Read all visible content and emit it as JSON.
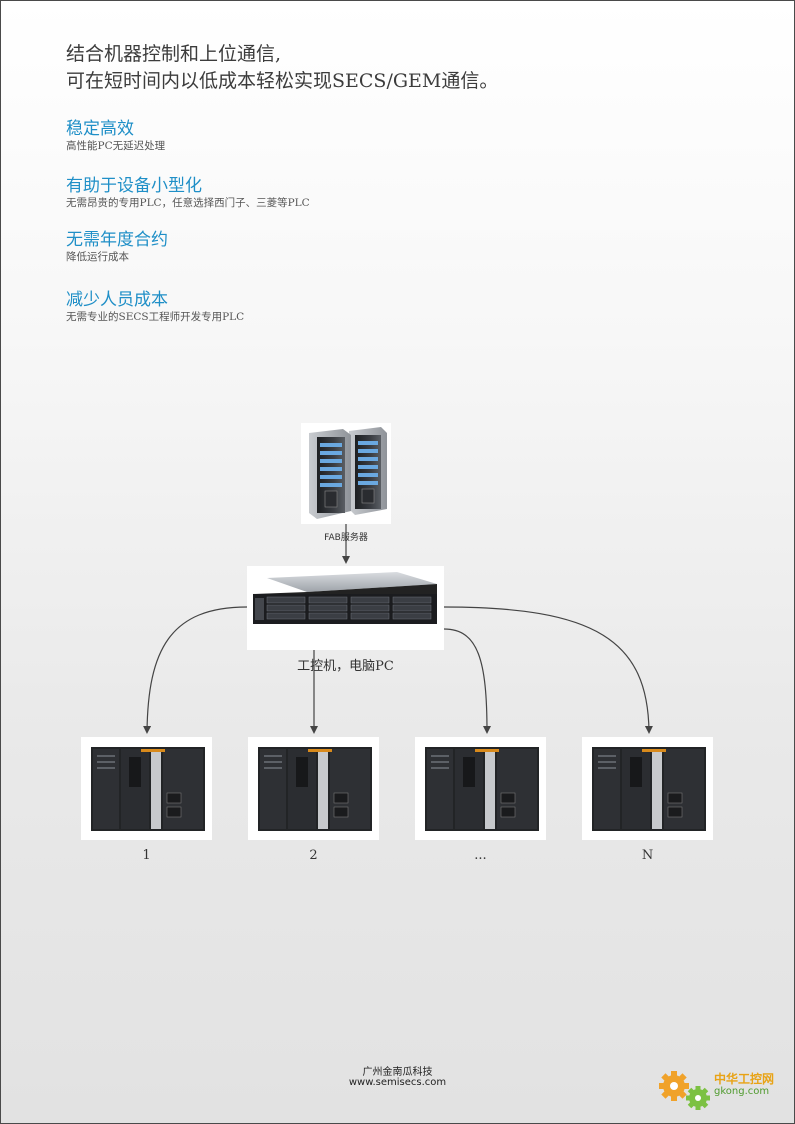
{
  "headline": {
    "line1": "结合机器控制和上位通信,",
    "line2": "可在短时间内以低成本轻松实现SECS/GEM通信。"
  },
  "features": [
    {
      "title": "稳定高效",
      "desc": "高性能PC无延迟处理"
    },
    {
      "title": "有助于设备小型化",
      "desc": "无需昂贵的专用PLC，任意选择西门子、三菱等PLC"
    },
    {
      "title": "无需年度合约",
      "desc": "降低运行成本"
    },
    {
      "title": "减少人员成本",
      "desc": "无需专业的SECS工程师开发专用PLC"
    }
  ],
  "diagram": {
    "server_label": "FAB服务器",
    "ipc_label": "工控机，电脑PC",
    "plc_labels": [
      "1",
      "2",
      "...",
      "N"
    ]
  },
  "footer": {
    "company": "广州金南瓜科技",
    "url": "www.semisecs.com"
  },
  "watermark": {
    "cn": "中华工控网",
    "en": "gkong.com"
  },
  "colors": {
    "feature_title": "#1f8fc7",
    "arrow": "#444444"
  }
}
